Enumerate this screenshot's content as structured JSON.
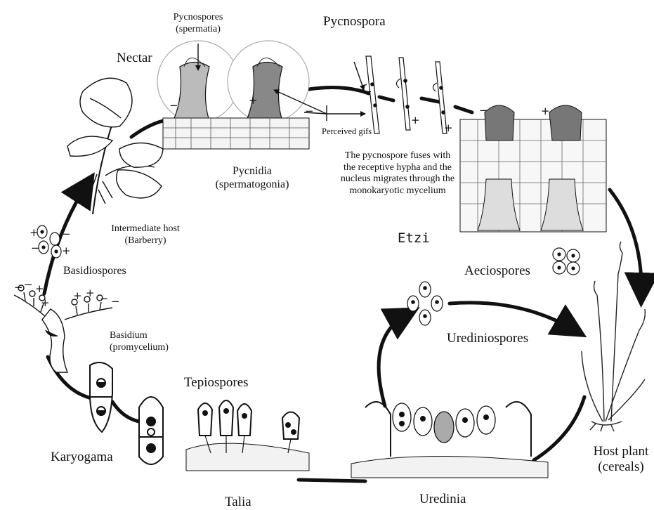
{
  "labels": {
    "pycnospores": "Pycnospores\n(spermatia)",
    "pycnospora": "Pycnospora",
    "nectar": "Nectar",
    "perceived_gifs": "Perceived  gifs",
    "pycnospore_fuses": "The pycnospore fuses with\nthe receptive hypha and the\nnucleus migrates through the\nmonokaryotic  mycelium",
    "pycnidia": "Pycnidia\n(spermatogonia)",
    "intermediate_host": "Intermediate host\n(Barberry)",
    "etzi": "Etzi",
    "basidiospores": "Basidiospores",
    "aeciospores": "Aeciospores",
    "basidium": "Basidium\n(promycelium)",
    "urediniospores": "Urediniospores",
    "tepiospores": "Tepiospores",
    "karyogama": "Karyogama",
    "host_plant": "Host plant\n(cereals)",
    "talia": "Talia",
    "uredinia": "Uredinia"
  },
  "signs": {
    "plus": "+",
    "minus": "−"
  },
  "colors": {
    "ink": "#111111",
    "paper": "#ffffff",
    "tissue": "#f4f4f4",
    "hatch": "#555555"
  }
}
